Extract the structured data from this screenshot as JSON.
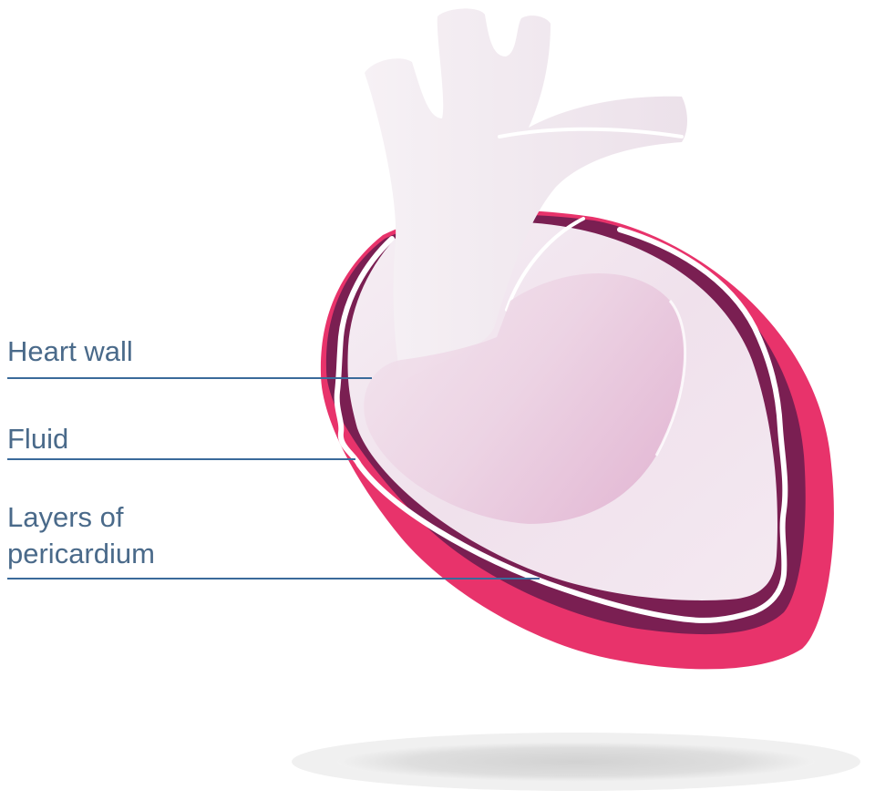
{
  "labels": {
    "heart_wall": "Heart wall",
    "fluid": "Fluid",
    "pericardium_line1": "Layers of",
    "pericardium_line2": "pericardium"
  },
  "colors": {
    "outer_pericardium": "#e8336b",
    "inner_pericardium": "#7a1f52",
    "fluid_line": "#ffffff",
    "heart_body": "#f0e4ee",
    "heart_highlight": "#e6bcd9",
    "vessels": "#f3edf2",
    "leader_line": "#3a6a9a",
    "label_text": "#4a6a8a",
    "shadow": "#dadada"
  },
  "icons": {
    "heart": "heart-illustration",
    "shadow": "ground-shadow"
  }
}
